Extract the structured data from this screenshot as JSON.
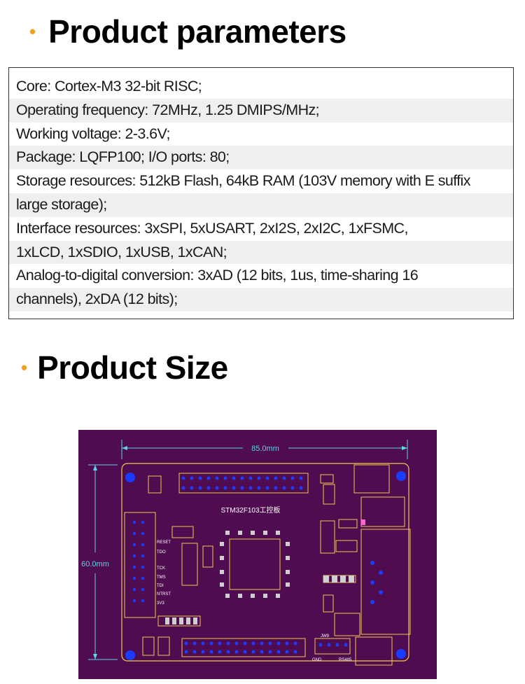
{
  "params_section": {
    "title": "Product parameters",
    "lines": [
      "Core: Cortex-M3 32-bit RISC;",
      "Operating frequency: 72MHz, 1.25 DMIPS/MHz;",
      "Working voltage: 2-3.6V;",
      "Package: LQFP100; I/O ports: 80;",
      "Storage resources: 512kB Flash, 64kB RAM (103V memory with E suffix",
      "large storage);",
      "Interface resources: 3xSPI, 5xUSART, 2xI2S, 2xI2C, 1xFSMC,",
      "1xLCD, 1xSDIO, 1xUSB, 1xCAN;",
      "Analog-to-digital conversion: 3xAD (12 bits, 1us, time-sharing 16",
      "channels), 2xDA (12 bits);"
    ]
  },
  "size_section": {
    "title": "Product Size",
    "board": {
      "width_label": "85.0mm",
      "height_label": "60.0mm",
      "board_name": "STM32F103工控板",
      "left_pin_labels": [
        "RESET",
        "TDO",
        "TCK",
        "TMS",
        "TDI",
        "NTRST",
        "3V3"
      ],
      "bottom_labels": [
        "GND",
        "RS485",
        "JW9"
      ],
      "colors": {
        "pcb": "#500c50",
        "outline": "#f2c94c",
        "dimension": "#5ad3e8",
        "mount_hole": "#1a3cff",
        "pad": "#cfcfcf"
      }
    }
  }
}
